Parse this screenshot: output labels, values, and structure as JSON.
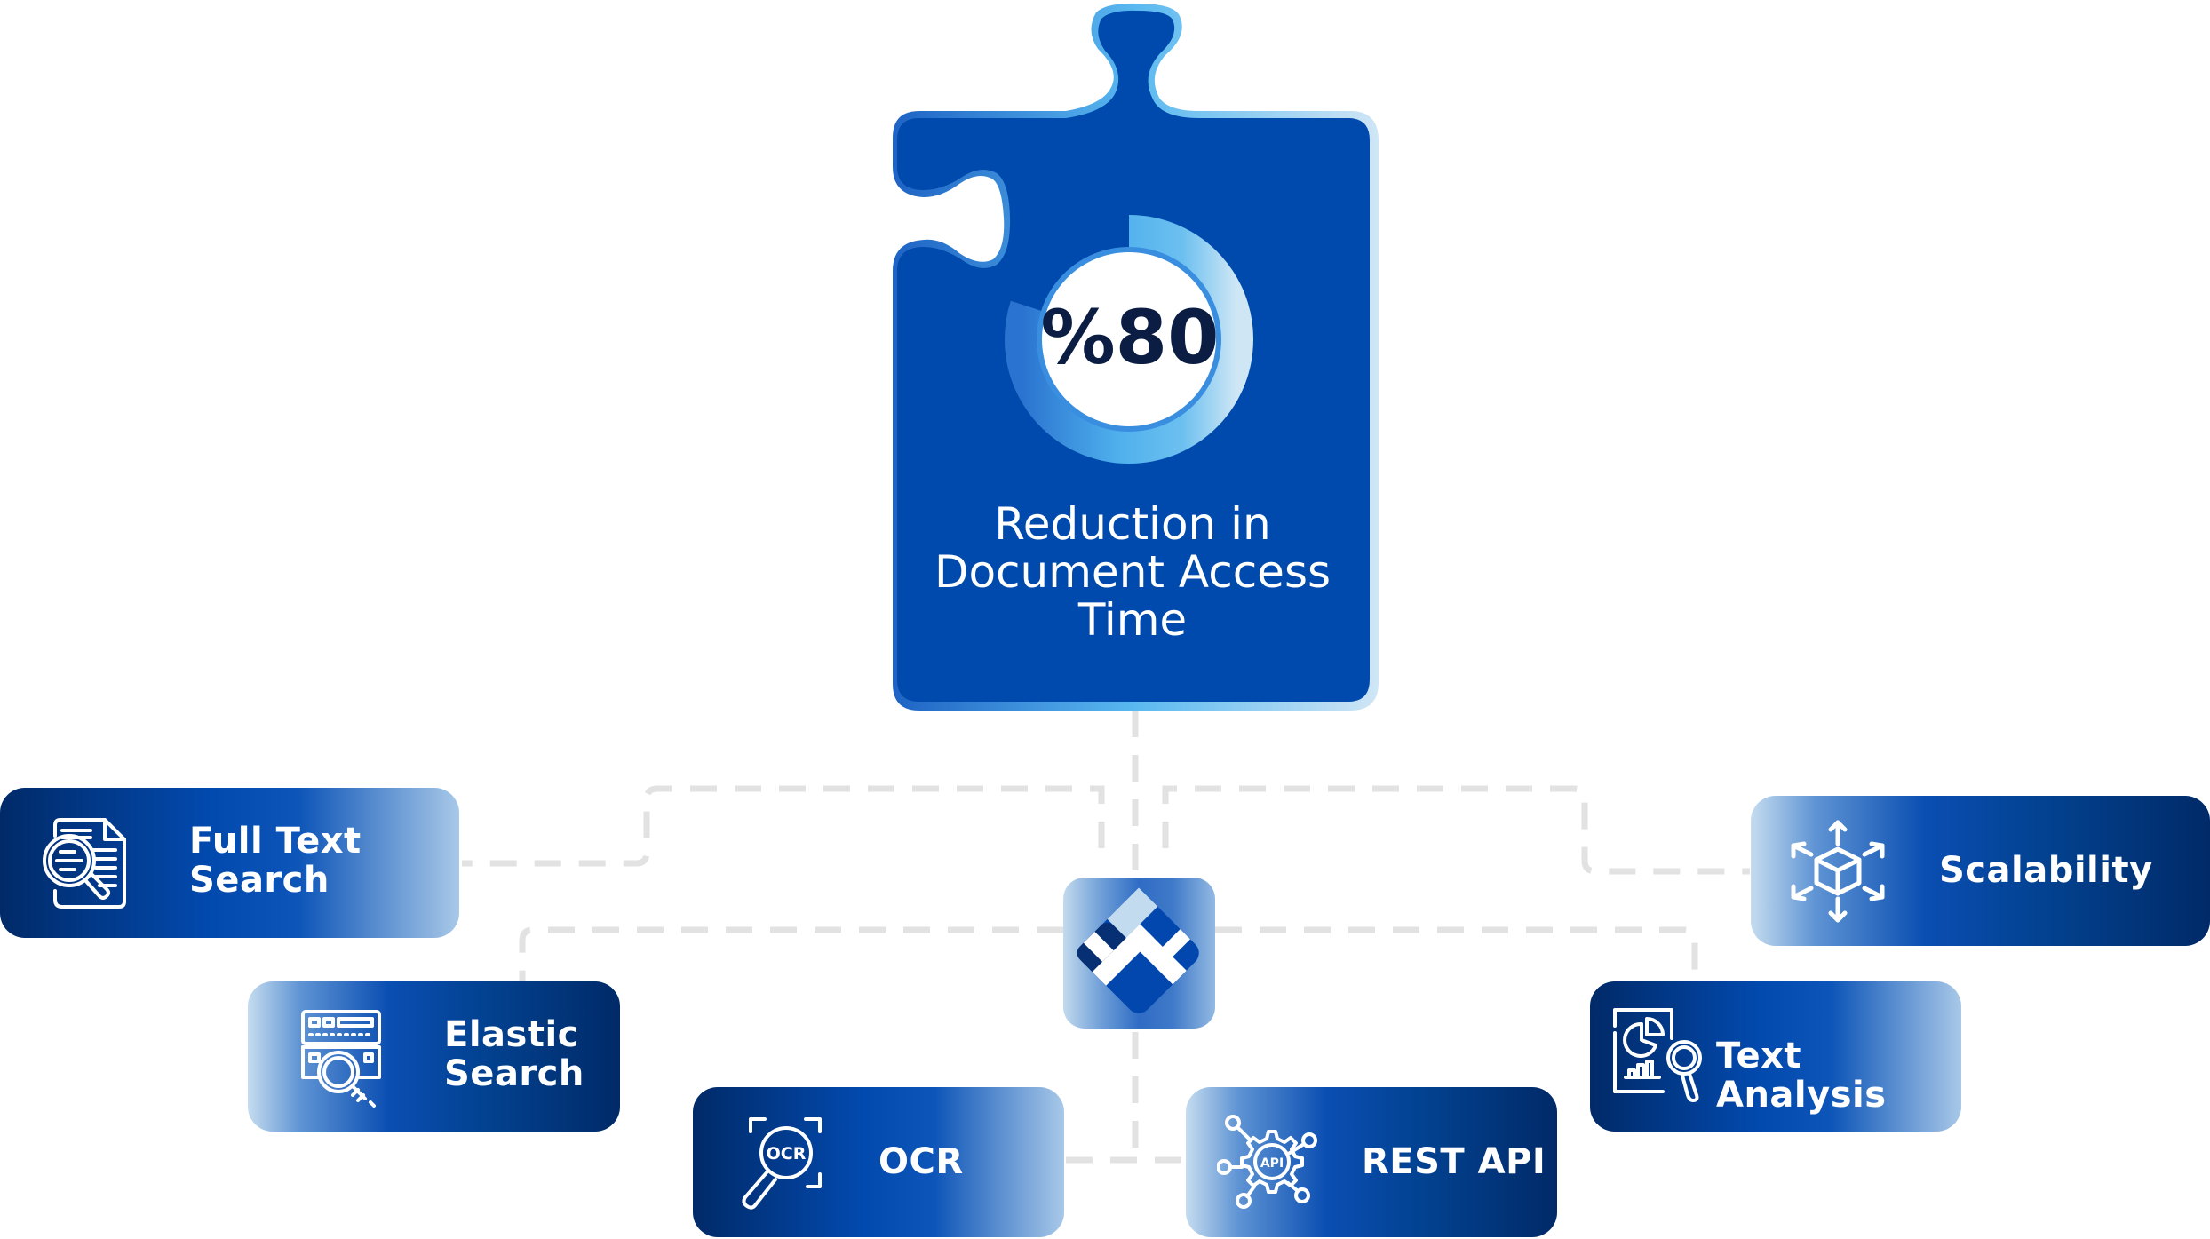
{
  "hero": {
    "stat_value": "%80",
    "stat_fraction": 0.8,
    "headline": "Reduction in\nDocument Access\nTime"
  },
  "center_logo": {
    "icon": "company-logo-icon"
  },
  "features": [
    {
      "id": "full-text-search",
      "label": "Full Text\nSearch",
      "icon": "document-search-icon"
    },
    {
      "id": "elastic-search",
      "label": "Elastic\nSearch",
      "icon": "server-search-icon"
    },
    {
      "id": "ocr",
      "label": "OCR",
      "icon": "ocr-magnifier-icon"
    },
    {
      "id": "rest-api",
      "label": "REST API",
      "icon": "api-gear-network-icon"
    },
    {
      "id": "text-analysis",
      "label": "Text Analysis",
      "icon": "report-analysis-icon"
    },
    {
      "id": "scalability",
      "label": "Scalability",
      "icon": "cube-expand-icon"
    }
  ],
  "colors": {
    "puzzle_blue": "#004aad",
    "ring_light": "#5ab9f0",
    "navy": "#012a68",
    "stat_text": "#0b1d42",
    "connector": "#e3e3e3"
  }
}
